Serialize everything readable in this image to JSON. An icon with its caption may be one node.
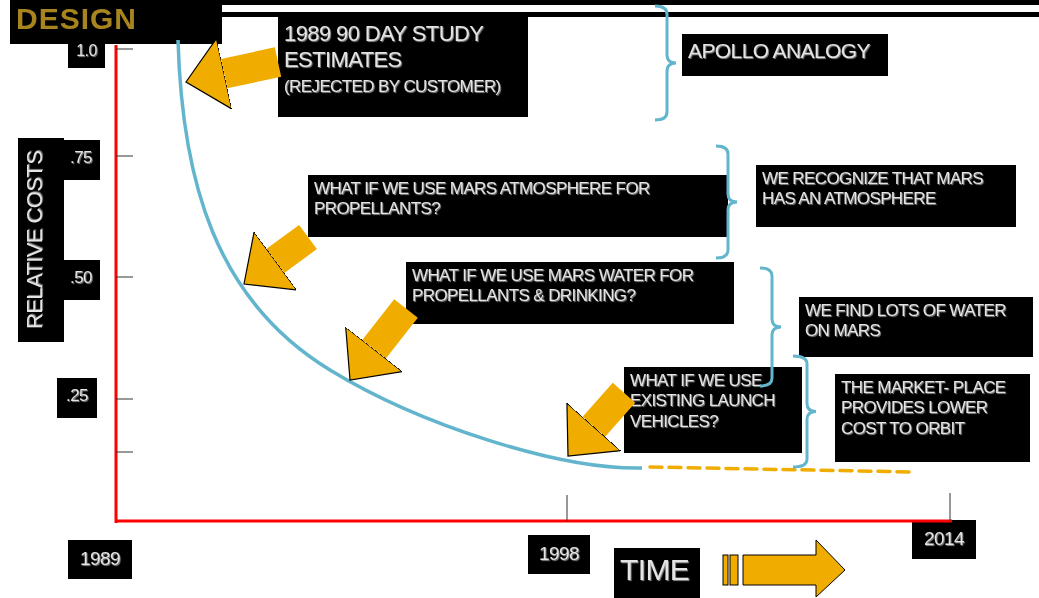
{
  "diagram": {
    "nodes": [
      {
        "text": [
          "DESIGN"
        ]
      },
      {
        "text": [
          "1989 90 DAY STUDY ESTIMATES",
          "(REJECTED BY CUSTOMER)"
        ]
      },
      {
        "text": [
          "WHAT IF WE USE MARS ATMOSPHERE FOR PROPELLANTS?"
        ]
      },
      {
        "text": [
          "WHAT IF WE USE MARS WATER FOR PROPELLANTS & DRINKING?"
        ]
      },
      {
        "text": [
          "WHAT IF WE USE EXISTING LAUNCH VEHICLES?"
        ]
      },
      {
        "text": [
          "APOLLO ANALOGY"
        ]
      },
      {
        "text": [
          "WE RECOGNIZE THAT MARS HAS AN ATMOSPHERE"
        ]
      },
      {
        "text": [
          "WE FIND LOTS OF WATER ON MARS"
        ]
      },
      {
        "text": [
          "THE MARKET- PLACE PROVIDES LOWER COST TO ORBIT"
        ]
      },
      {
        "text": [],
        "shape": "curve"
      }
    ],
    "edges": [
      {
        "from": 1,
        "to": 9,
        "arrow": "to"
      },
      {
        "from": 2,
        "to": 9,
        "arrow": "to"
      },
      {
        "from": 3,
        "to": 9,
        "arrow": "to"
      },
      {
        "from": 4,
        "to": 9,
        "arrow": "to"
      }
    ],
    "labels": [
      "1.0",
      ".75",
      "RELATIVE COSTS",
      ".50",
      ".25",
      "1989",
      "1998",
      "2014",
      "TIME"
    ]
  }
}
